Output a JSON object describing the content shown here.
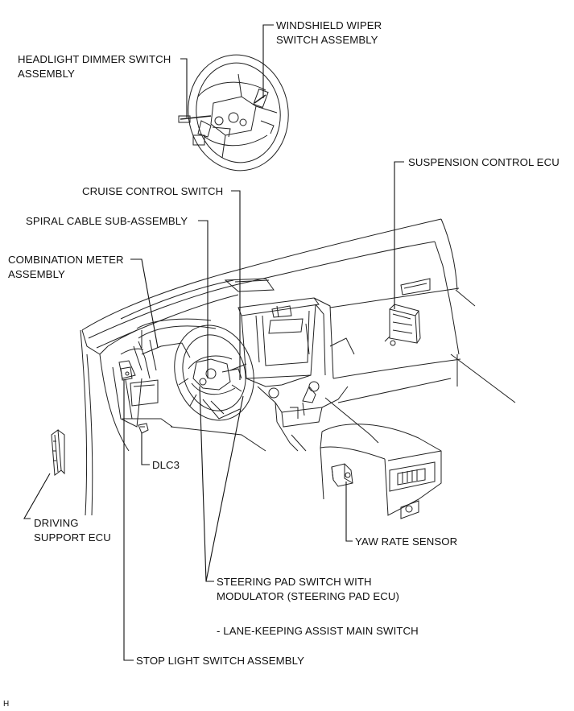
{
  "labels": {
    "windshield_wiper": [
      "WINDSHIELD WIPER",
      "SWITCH ASSEMBLY"
    ],
    "headlight_dimmer": [
      "HEADLIGHT DIMMER SWITCH",
      "ASSEMBLY"
    ],
    "suspension_ecu": "SUSPENSION CONTROL ECU",
    "cruise_control": "CRUISE CONTROL SWITCH",
    "spiral_cable": "SPIRAL CABLE SUB-ASSEMBLY",
    "combination_meter": [
      "COMBINATION METER",
      "ASSEMBLY"
    ],
    "dlc3": "DLC3",
    "driving_support": [
      "DRIVING",
      "SUPPORT ECU"
    ],
    "yaw_rate": "YAW RATE SENSOR",
    "steering_pad": [
      "STEERING PAD SWITCH WITH",
      "MODULATOR (STEERING PAD ECU)"
    ],
    "lane_keeping": "- LANE-KEEPING ASSIST MAIN SWITCH",
    "stop_light": "STOP LIGHT SWITCH ASSEMBLY"
  },
  "corner_mark": "H"
}
